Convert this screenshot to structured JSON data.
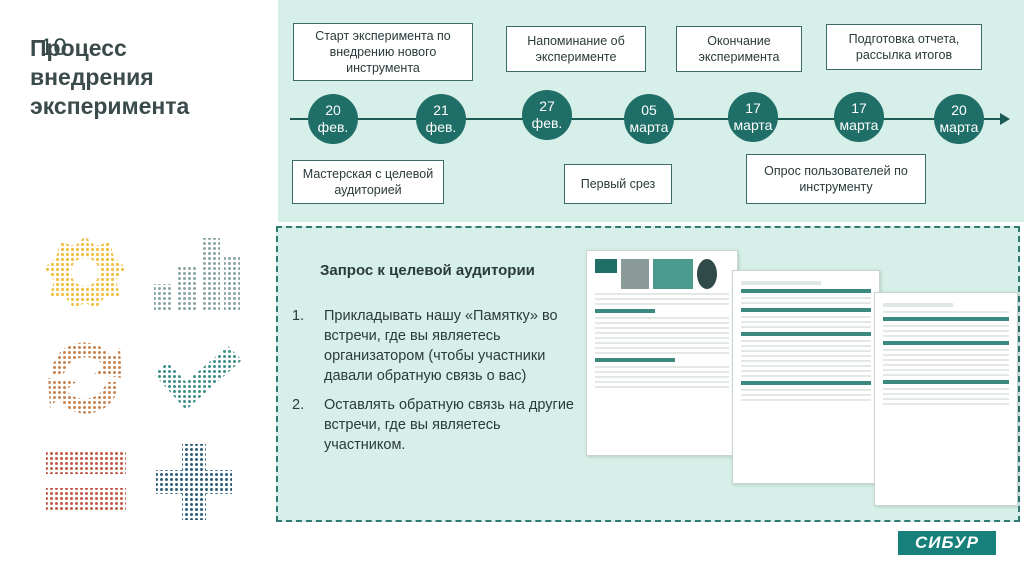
{
  "slide_number": "10",
  "title": "Процесс внедрения эксперимента",
  "timeline": {
    "nodes": [
      {
        "day": "20",
        "month": "фев."
      },
      {
        "day": "21",
        "month": "фев."
      },
      {
        "day": "27",
        "month": "фев."
      },
      {
        "day": "05",
        "month": "марта"
      },
      {
        "day": "17",
        "month": "марта"
      },
      {
        "day": "17",
        "month": "марта"
      },
      {
        "day": "20",
        "month": "марта"
      }
    ],
    "callouts_top": [
      "Старт эксперимента по внедрению нового инструмента",
      "Напоминание об эксперименте",
      "Окончание эксперимента",
      "Подготовка отчета, рассылка итогов"
    ],
    "callouts_bottom": [
      "Мастерская с целевой аудиторией",
      "Первый срез",
      "Опрос пользователей по инструменту"
    ]
  },
  "request": {
    "title": "Запрос к целевой аудитории",
    "items": [
      {
        "num": "1.",
        "text": "Прикладывать нашу «Памятку» во встречи, где вы являетесь организатором (чтобы участники давали обратную связь о вас)"
      },
      {
        "num": "2.",
        "text": "Оставлять обратную связь на другие встречи, где вы являетесь участником."
      }
    ]
  },
  "brand": "СИБУР",
  "colors": {
    "panel_bg": "#d6efe8",
    "node": "#1f6e68",
    "axis": "#1d5a56",
    "brand": "#17807a",
    "icon_yellow": "#f0c24a",
    "icon_gray": "#8aa6a6",
    "icon_orange": "#c98550",
    "icon_teal": "#3d8f88",
    "icon_red": "#c45a4a",
    "icon_navy": "#2f5f78"
  },
  "icons": [
    "gear-icon",
    "bar-chart-icon",
    "refresh-icon",
    "checkmark-icon",
    "equals-icon",
    "plus-icon"
  ]
}
